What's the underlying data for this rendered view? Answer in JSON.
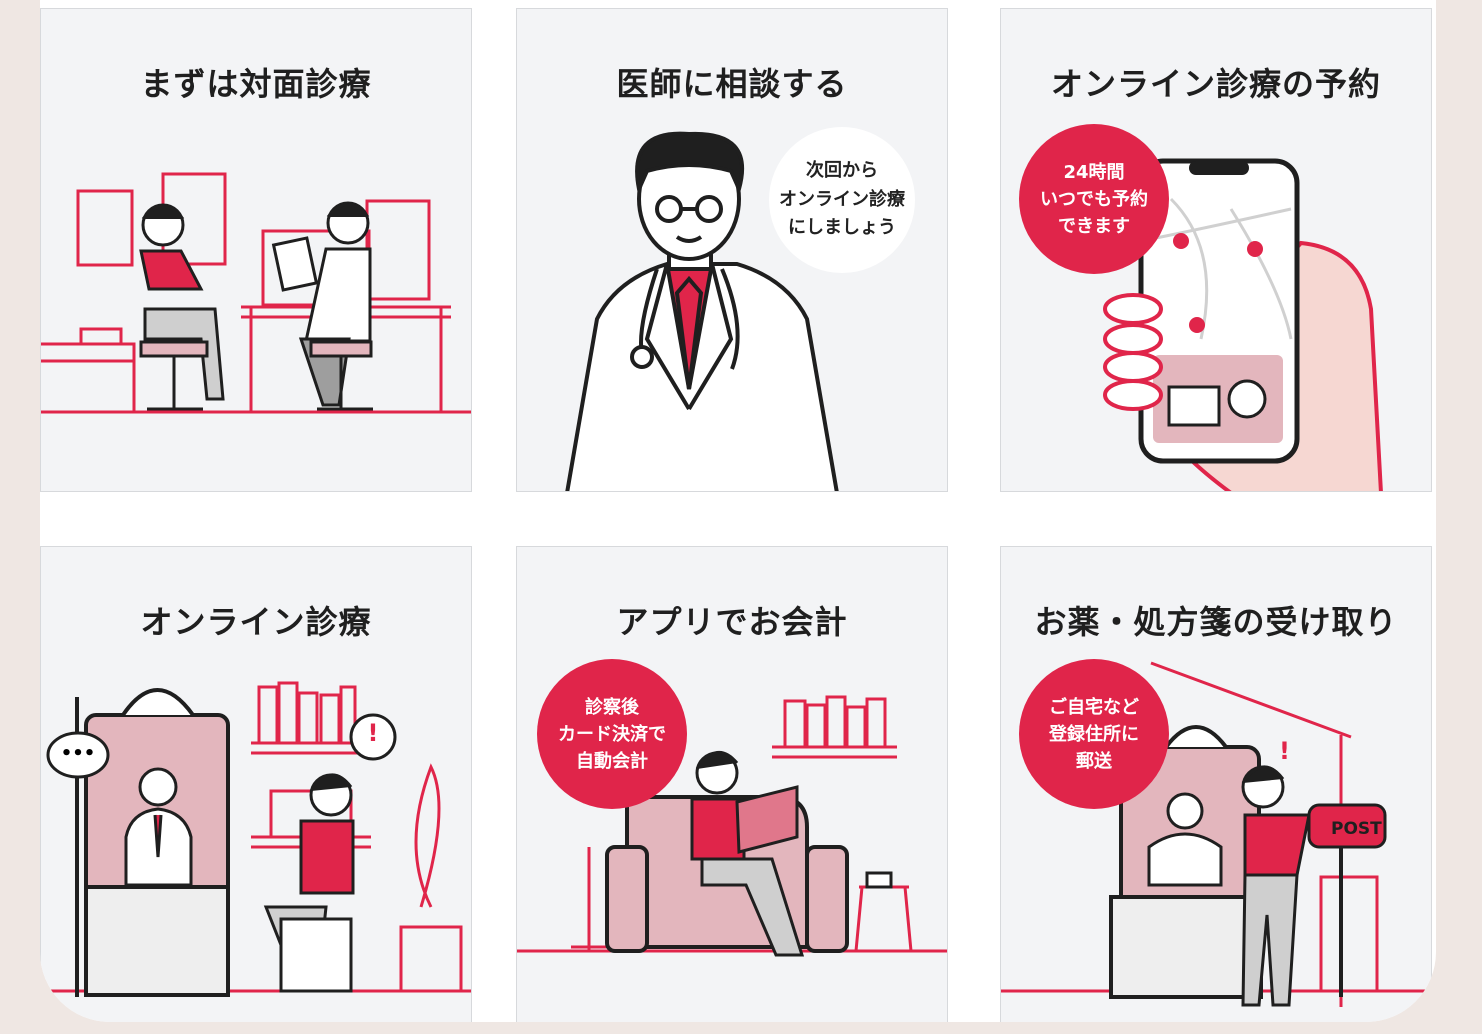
{
  "colors": {
    "accent": "#e0254a",
    "pink": "#e3b6bd",
    "outline": "#1f1f1f",
    "card_bg": "#f3f4f6"
  },
  "cards": [
    {
      "title": "まずは対面診療"
    },
    {
      "title": "医師に相談する",
      "bubble": [
        "次回から",
        "オンライン診療",
        "にしましょう"
      ]
    },
    {
      "title": "オンライン診療の予約",
      "badge": [
        "24時間",
        "いつでも予約",
        "できます"
      ]
    },
    {
      "title": "オンライン診療",
      "speech_icon": "•••",
      "alert_icon": "!"
    },
    {
      "title": "アプリでお会計",
      "badge": [
        "診察後",
        "カード決済で",
        "自動会計"
      ]
    },
    {
      "title": "お薬・処方箋の受け取り",
      "badge": [
        "ご自宅など",
        "登録住所に",
        "郵送"
      ],
      "mailbox_label": "POST",
      "alert_icon": "!"
    }
  ]
}
